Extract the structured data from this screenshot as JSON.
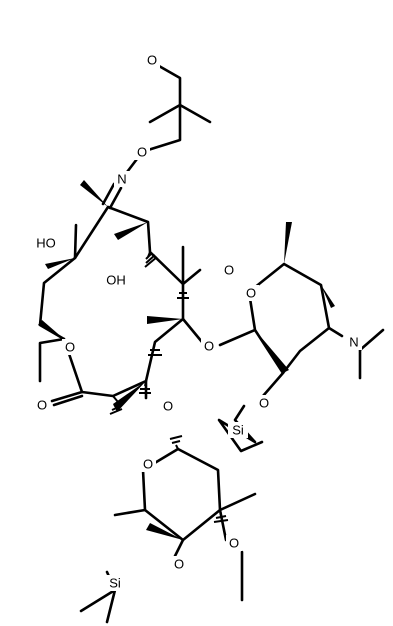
{
  "molecule": {
    "atoms": {
      "o_ether_top": "O",
      "o_oxime": "O",
      "n_oxime": "N",
      "o_methoxy_ring": "O",
      "oh_left": "HO",
      "oh_right": "OH",
      "o_lactone_ring": "O",
      "o_carbonyl": "O",
      "o_glyco_right": "O",
      "o_sugar_right_ring": "O",
      "n_dimethylamino": "N",
      "o_silyl_right": "O",
      "si_right": "Si",
      "o_glyco_bottom": "O",
      "o_sugar_bottom_ring": "O",
      "o_methoxy_sugar": "O",
      "o_silyl_bottom": "O",
      "si_bottom": "Si"
    }
  }
}
